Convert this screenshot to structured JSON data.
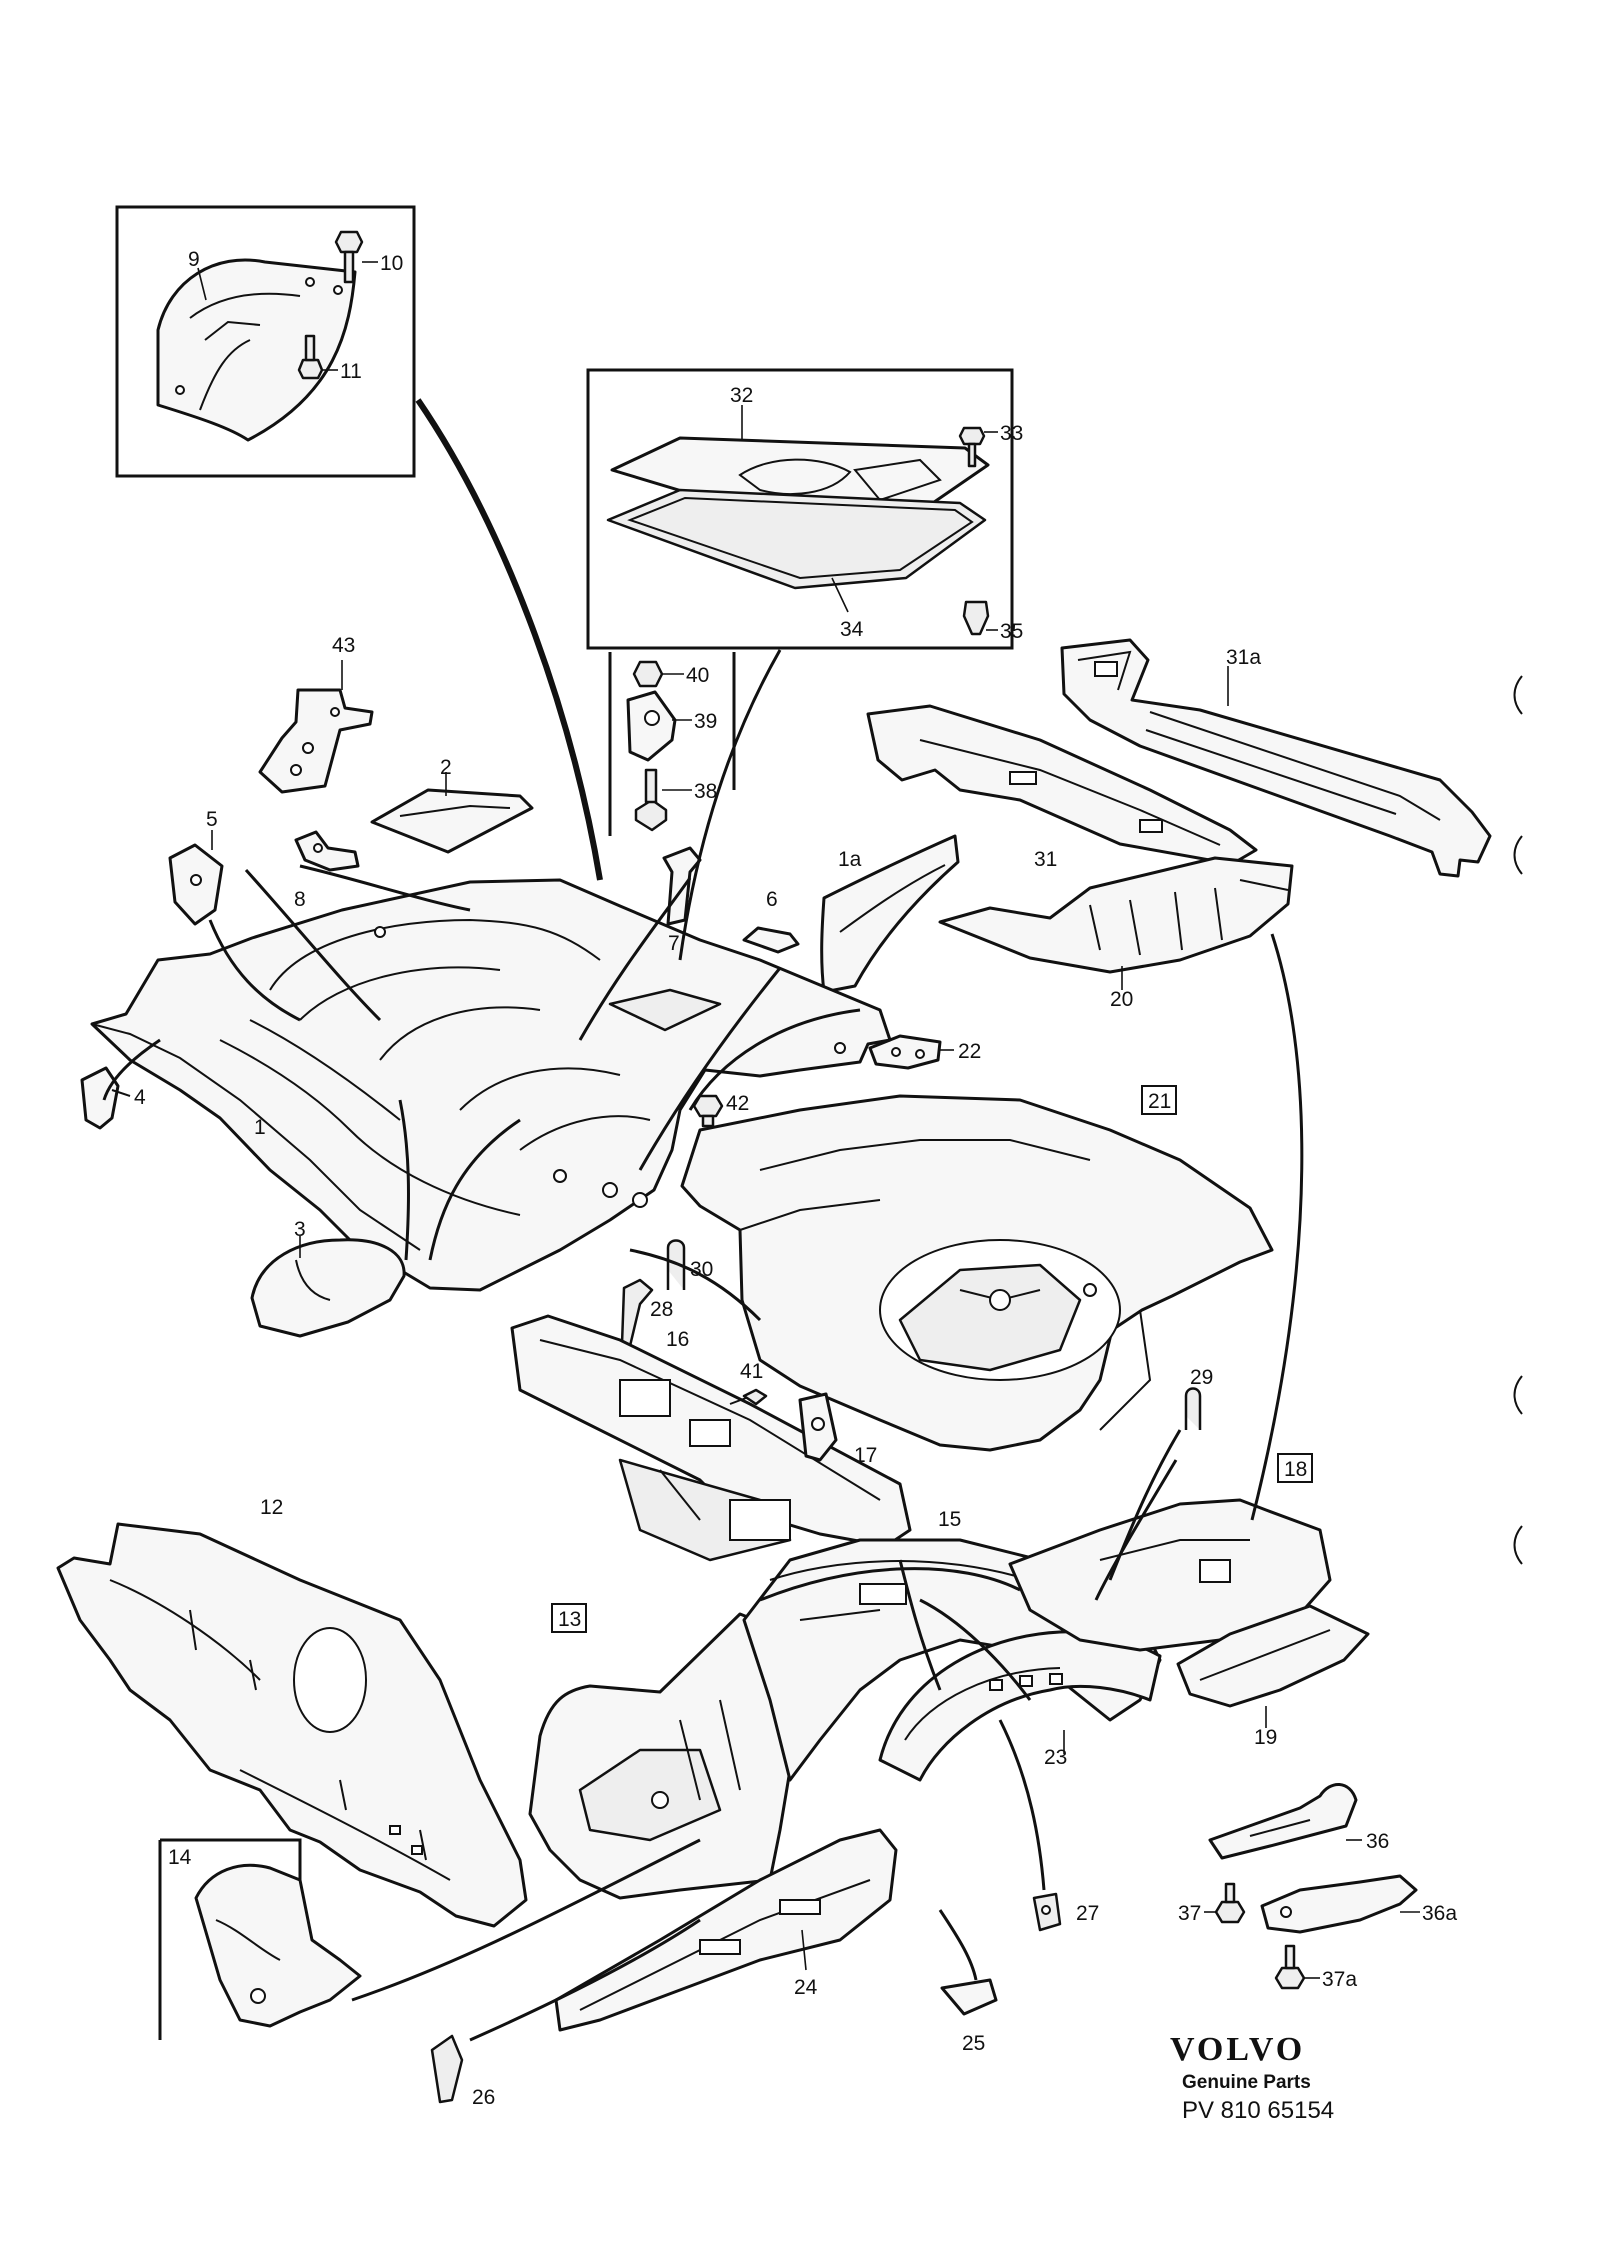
{
  "callouts": [
    {
      "id": "c9",
      "text": "9"
    },
    {
      "id": "c10",
      "text": "10"
    },
    {
      "id": "c11",
      "text": "11"
    },
    {
      "id": "c32",
      "text": "32"
    },
    {
      "id": "c33",
      "text": "33"
    },
    {
      "id": "c34",
      "text": "34"
    },
    {
      "id": "c35",
      "text": "35"
    },
    {
      "id": "c40",
      "text": "40"
    },
    {
      "id": "c39",
      "text": "39"
    },
    {
      "id": "c38",
      "text": "38"
    },
    {
      "id": "c43",
      "text": "43"
    },
    {
      "id": "c2",
      "text": "2"
    },
    {
      "id": "c5",
      "text": "5"
    },
    {
      "id": "c8",
      "text": "8"
    },
    {
      "id": "c7",
      "text": "7"
    },
    {
      "id": "c6",
      "text": "6"
    },
    {
      "id": "c1a",
      "text": "1a"
    },
    {
      "id": "c31a",
      "text": "31a"
    },
    {
      "id": "c31",
      "text": "31"
    },
    {
      "id": "c20",
      "text": "20"
    },
    {
      "id": "c22",
      "text": "22"
    },
    {
      "id": "c42",
      "text": "42"
    },
    {
      "id": "c21",
      "text": "21"
    },
    {
      "id": "c4",
      "text": "4"
    },
    {
      "id": "c1",
      "text": "1"
    },
    {
      "id": "c3",
      "text": "3"
    },
    {
      "id": "c30",
      "text": "30"
    },
    {
      "id": "c28",
      "text": "28"
    },
    {
      "id": "c16",
      "text": "16"
    },
    {
      "id": "c41",
      "text": "41"
    },
    {
      "id": "c17",
      "text": "17"
    },
    {
      "id": "c29",
      "text": "29"
    },
    {
      "id": "c12",
      "text": "12"
    },
    {
      "id": "c15",
      "text": "15"
    },
    {
      "id": "c18",
      "text": "18"
    },
    {
      "id": "c13",
      "text": "13"
    },
    {
      "id": "c23",
      "text": "23"
    },
    {
      "id": "c19",
      "text": "19"
    },
    {
      "id": "c36",
      "text": "36"
    },
    {
      "id": "c14",
      "text": "14"
    },
    {
      "id": "c27",
      "text": "27"
    },
    {
      "id": "c37",
      "text": "37"
    },
    {
      "id": "c36a",
      "text": "36a"
    },
    {
      "id": "c37a",
      "text": "37a"
    },
    {
      "id": "c24",
      "text": "24"
    },
    {
      "id": "c25",
      "text": "25"
    },
    {
      "id": "c26",
      "text": "26"
    }
  ],
  "brand": {
    "logo_text": "VOLVO",
    "subtitle": "Genuine Parts",
    "code": "PV 810 65154"
  }
}
